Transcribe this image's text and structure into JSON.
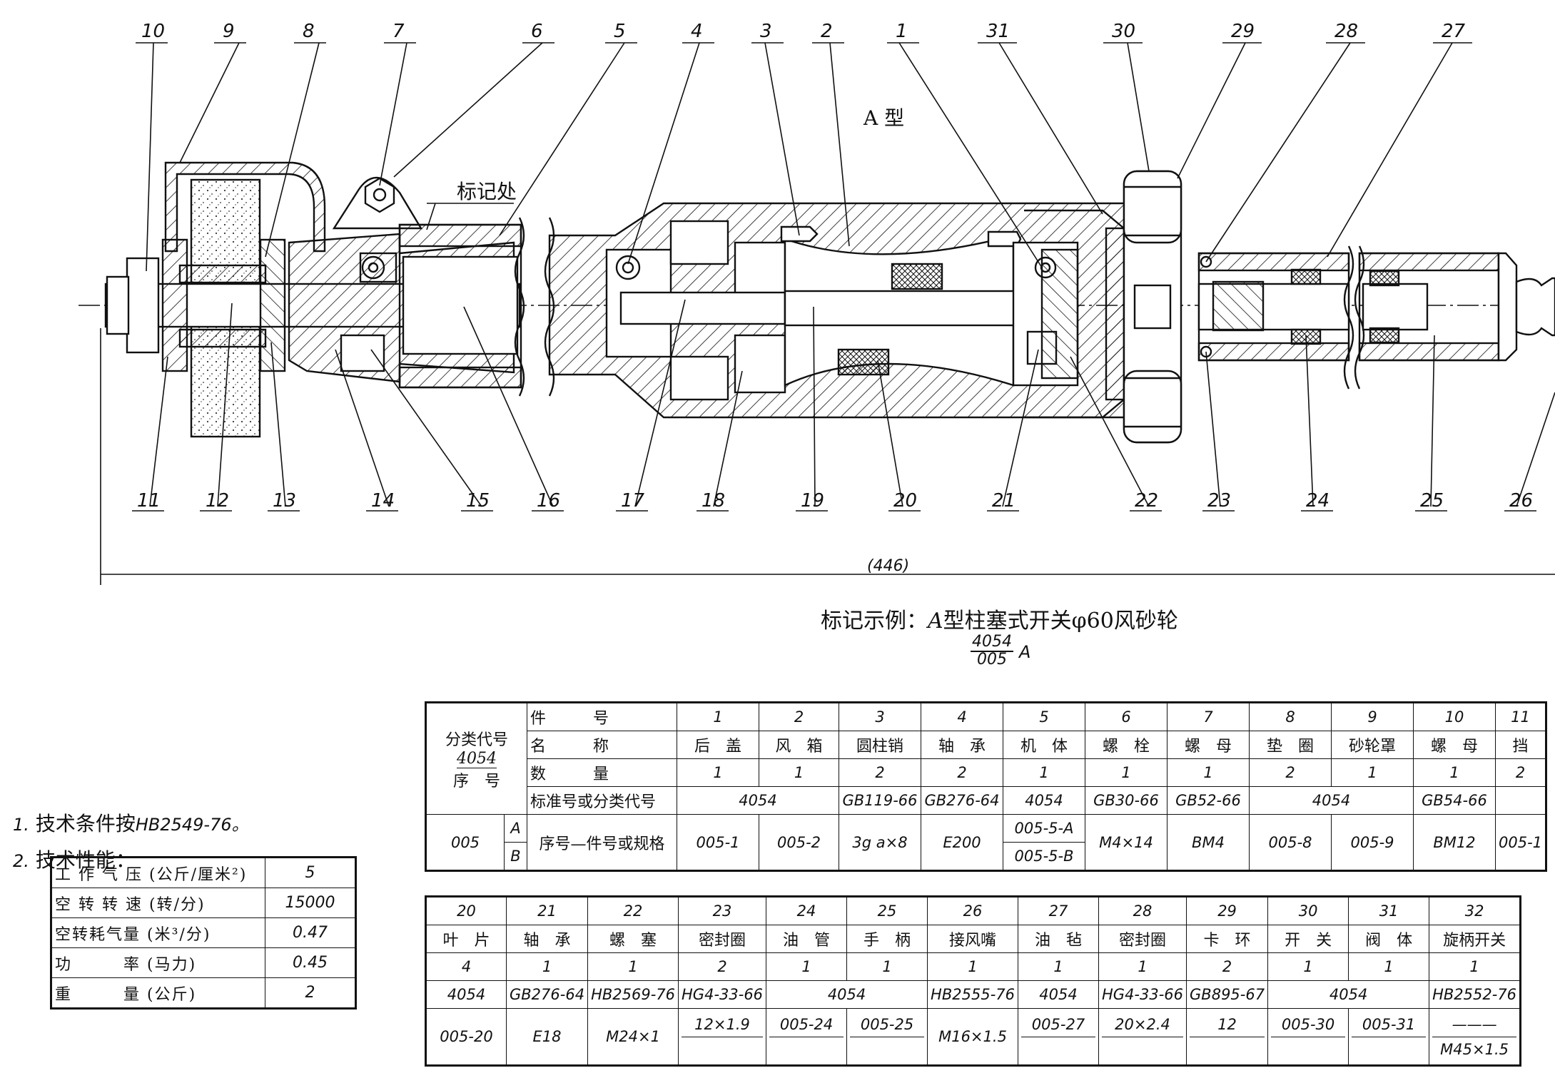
{
  "drawing": {
    "type_label": "A 型",
    "mark_label": "标记处",
    "overall_dimension": "(446)",
    "callouts": [
      {
        "n": "10"
      },
      {
        "n": "9"
      },
      {
        "n": "8"
      },
      {
        "n": "7"
      },
      {
        "n": "6"
      },
      {
        "n": "5"
      },
      {
        "n": "4"
      },
      {
        "n": "3"
      },
      {
        "n": "2"
      },
      {
        "n": "1"
      },
      {
        "n": "31"
      },
      {
        "n": "30"
      },
      {
        "n": "29"
      },
      {
        "n": "28"
      },
      {
        "n": "27"
      },
      {
        "n": "11"
      },
      {
        "n": "12"
      },
      {
        "n": "13"
      },
      {
        "n": "14"
      },
      {
        "n": "15"
      },
      {
        "n": "16"
      },
      {
        "n": "17"
      },
      {
        "n": "18"
      },
      {
        "n": "19"
      },
      {
        "n": "20"
      },
      {
        "n": "21"
      },
      {
        "n": "22"
      },
      {
        "n": "23"
      },
      {
        "n": "24"
      },
      {
        "n": "25"
      },
      {
        "n": "26"
      }
    ]
  },
  "caption": {
    "prefix": "标记示例：",
    "type": "A",
    "text": "型柱塞式开关φ60风砂轮",
    "code_numerator": "4054",
    "code_denominator": "005",
    "code_suffix": "A"
  },
  "notes": {
    "n1_num": "1.",
    "n1_text": "技术条件按",
    "n1_code": "HB2549-76。",
    "n2_num": "2.",
    "n2_text": "技术性能："
  },
  "performance": [
    {
      "label": "工 作 气 压",
      "unit": "(公斤/厘米²)",
      "value": "5"
    },
    {
      "label": "空 转 转 速",
      "unit": "(转/分)",
      "value": "15000"
    },
    {
      "label": "空转耗气量",
      "unit": "(米³/分)",
      "value": "0.47"
    },
    {
      "label": "功　　　率",
      "unit": "(马力)",
      "value": "0.45"
    },
    {
      "label": "重　　　量",
      "unit": "(公斤)",
      "value": "2"
    }
  ],
  "parts_header": {
    "class_code": "分类代号",
    "class_num": "4054",
    "serial": "序　号",
    "row_no": "件　　　号",
    "row_name": "名　　　称",
    "row_qty": "数　　　量",
    "row_std": "标准号或分类代号",
    "row_spec": "序号—件号或规格",
    "seq": "005",
    "type_a": "A",
    "type_b": "B"
  },
  "parts1": {
    "nos": [
      "1",
      "2",
      "3",
      "4",
      "5",
      "6",
      "7",
      "8",
      "9",
      "10",
      "11"
    ],
    "names": [
      "后　盖",
      "风　箱",
      "圆柱销",
      "轴　承",
      "机　体",
      "螺　栓",
      "螺　母",
      "垫　圈",
      "砂轮罩",
      "螺　母",
      "挡"
    ],
    "qtys": [
      "1",
      "1",
      "2",
      "2",
      "1",
      "1",
      "1",
      "2",
      "1",
      "1",
      "2"
    ],
    "std_4054_a": "4054",
    "std_3": "GB119-66",
    "std_4": "GB276-64",
    "std_5": "4054",
    "std_6": "GB30-66",
    "std_7": "GB52-66",
    "std_4054_b": "4054",
    "std_10": "GB54-66",
    "spec_1": "005-1",
    "spec_2": "005-2",
    "spec_3": "3g a×8",
    "spec_4": "E200",
    "spec_5a": "005-5-A",
    "spec_5b": "005-5-B",
    "spec_6": "M4×14",
    "spec_7": "BM4",
    "spec_8": "005-8",
    "spec_9": "005-9",
    "spec_10": "BM12",
    "spec_11": "005-1"
  },
  "parts2": {
    "nos": [
      "20",
      "21",
      "22",
      "23",
      "24",
      "25",
      "26",
      "27",
      "28",
      "29",
      "30",
      "31",
      "32"
    ],
    "names": [
      "叶　片",
      "轴　承",
      "螺　塞",
      "密封圈",
      "油　管",
      "手　柄",
      "接风嘴",
      "油　毡",
      "密封圈",
      "卡　环",
      "开　关",
      "阀　体",
      "旋柄开关"
    ],
    "qtys": [
      "4",
      "1",
      "1",
      "2",
      "1",
      "1",
      "1",
      "1",
      "1",
      "2",
      "1",
      "1",
      "1"
    ],
    "std_20": "4054",
    "std_21": "GB276-64",
    "std_22": "HB2569-76",
    "std_23": "HG4-33-66",
    "std_24_25": "4054",
    "std_26": "HB2555-76",
    "std_27": "4054",
    "std_28": "HG4-33-66",
    "std_29": "GB895-67",
    "std_30_31": "4054",
    "std_32": "HB2552-76",
    "spec_20": "005-20",
    "spec_21": "E18",
    "spec_22": "M24×1",
    "spec_23": "12×1.9",
    "spec_24": "005-24",
    "spec_25": "005-25",
    "spec_26": "M16×1.5",
    "spec_27": "005-27",
    "spec_28": "20×2.4",
    "spec_29": "12",
    "spec_30": "005-30",
    "spec_31": "005-31",
    "spec_32a": "———",
    "spec_32b": "M45×1.5"
  }
}
